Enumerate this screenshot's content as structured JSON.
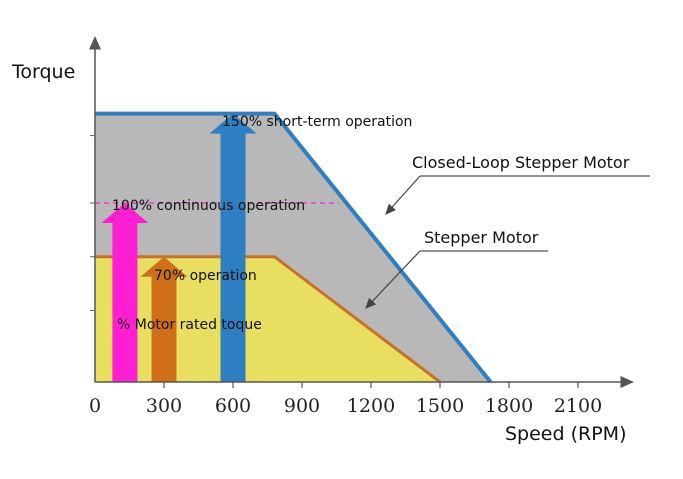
{
  "chart_data": {
    "type": "area",
    "ylabel": "Torque",
    "xlabel": "Speed (RPM)",
    "x_ticks": [
      0,
      300,
      600,
      900,
      1200,
      1500,
      1800,
      2100
    ],
    "xlim": [
      0,
      2300
    ],
    "ylim": [
      0,
      190
    ],
    "series": [
      {
        "name": "Closed-Loop Stepper Motor",
        "x": [
          0,
          780,
          1720
        ],
        "y": [
          150,
          150,
          0
        ],
        "colors": {
          "fill": "#b8b8b8",
          "edge": "#2e7fc2"
        }
      },
      {
        "name": "Stepper Motor",
        "x": [
          0,
          780,
          1500
        ],
        "y": [
          70,
          70,
          0
        ],
        "colors": {
          "fill": "#e8df60",
          "edge": "#c97028"
        }
      }
    ],
    "reference_line": {
      "y": 100,
      "x_end": 1060,
      "color": "#e23cc4"
    },
    "arrows": [
      {
        "label": "100% continuous operation",
        "x": 130,
        "y_top": 100,
        "color": "#ff1fd2"
      },
      {
        "label": "70% operation",
        "x": 300,
        "y_top": 70,
        "color": "#d06f1a"
      },
      {
        "label": "150% short-term operation",
        "x": 600,
        "y_top": 150,
        "color": "#2d7fc1"
      }
    ],
    "annotations": [
      {
        "text": "% Motor rated toque"
      },
      {
        "text": "150% short-term operation"
      },
      {
        "text": "100% continuous operation"
      },
      {
        "text": "70% operation"
      }
    ],
    "grid": false,
    "legend": "callouts"
  }
}
